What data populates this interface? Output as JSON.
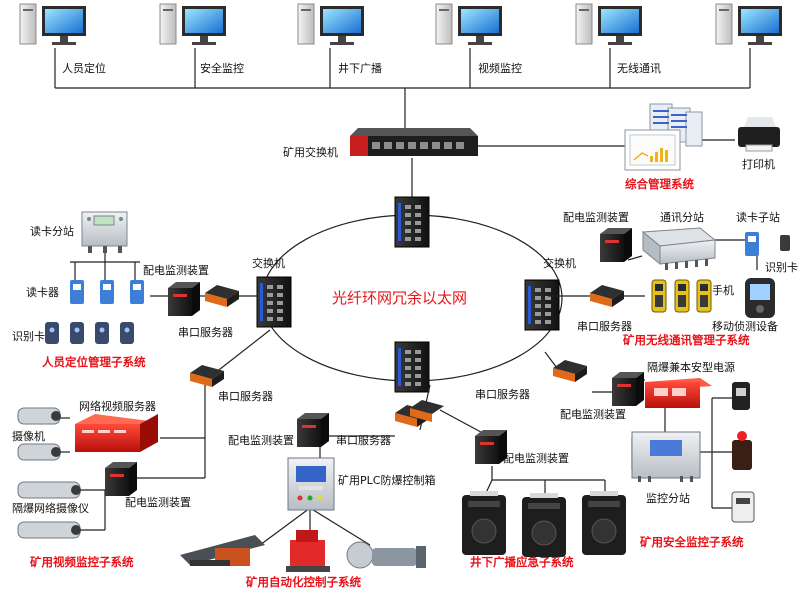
{
  "workstations": [
    "人员定位",
    "安全监控",
    "井下广播",
    "视频监控",
    "无线通讯"
  ],
  "core": {
    "switch_label": "矿用交换机",
    "mgmt_label": "综合管理系统",
    "printer_label": "打印机"
  },
  "ring": {
    "label": "光纤环网冗余以太网",
    "switch_left": "交换机",
    "switch_right": "交换机"
  },
  "personnel": {
    "title": "人员定位管理子系统",
    "reader_station": "读卡分站",
    "reader": "读卡器",
    "id_card": "识别卡",
    "power_monitor": "配电监测装置",
    "serial_server": "串口服务器"
  },
  "wireless": {
    "title": "矿用无线通讯管理子系统",
    "power_monitor": "配电监测装置",
    "comm_station": "通讯分站",
    "reader_sub": "读卡子站",
    "id_card": "识别卡",
    "phone": "手机",
    "mobile_detect": "移动侦测设备",
    "serial_server": "串口服务器"
  },
  "video": {
    "title": "矿用视频监控子系统",
    "video_server": "网络视频服务器",
    "camera": "摄像机",
    "ex_camera": "隔爆网络摄像仪",
    "power_monitor": "配电监测装置",
    "serial_server": "串口服务器"
  },
  "automation": {
    "title": "矿用自动化控制子系统",
    "power_monitor": "配电监测装置",
    "serial_server": "串口服务器",
    "plc_box": "矿用PLC防爆控制箱"
  },
  "broadcast": {
    "title": "井下广播应急子系统",
    "power_monitor": "配电监测装置",
    "serial_server": "串口服务器"
  },
  "safety": {
    "title": "矿用安全监控子系统",
    "power_supply": "隔爆兼本安型电源",
    "power_monitor": "配电监测装置",
    "monitor_station": "监控分站"
  }
}
